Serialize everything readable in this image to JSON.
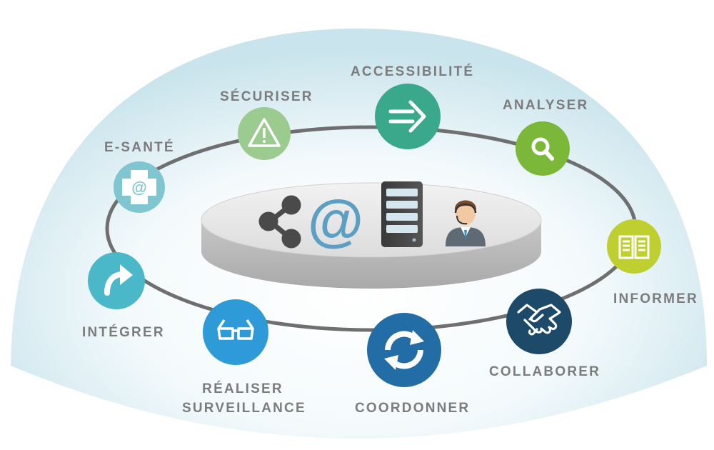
{
  "nodes": [
    {
      "id": "e-sante",
      "label": "E-SANTÉ",
      "icon": "health-cross-at-icon",
      "color": "#7fc6d1"
    },
    {
      "id": "securiser",
      "label": "SÉCURISER",
      "icon": "warning-triangle-icon",
      "color": "#9bcb8e"
    },
    {
      "id": "accessibilite",
      "label": "ACCESSIBILITÉ",
      "icon": "arrow-right-icon",
      "color": "#3aa88a"
    },
    {
      "id": "analyser",
      "label": "ANALYSER",
      "icon": "magnifier-icon",
      "color": "#7bb83a"
    },
    {
      "id": "informer",
      "label": "INFORMER",
      "icon": "open-book-icon",
      "color": "#bfcf2f"
    },
    {
      "id": "collaborer",
      "label": "COLLABORER",
      "icon": "handshake-icon",
      "color": "#1e4a6a"
    },
    {
      "id": "coordonner",
      "label": "COORDONNER",
      "icon": "sync-arrows-icon",
      "color": "#226da6"
    },
    {
      "id": "realiser",
      "label_line1": "RÉALISER",
      "label_line2": "SURVEILLANCE",
      "icon": "glasses-icon",
      "color": "#2e9ad8"
    },
    {
      "id": "integrer",
      "label": "INTÉGRER",
      "icon": "redo-arrow-icon",
      "color": "#4bb8c9"
    }
  ],
  "platform": {
    "icons": [
      "share-icon",
      "at-sign-icon",
      "server-icon",
      "support-agent-icon"
    ],
    "at_glyph": "@"
  },
  "colors": {
    "label": "#7c7c7c",
    "dome_edge": "#cfe6ee",
    "ring": "#6f6f6f",
    "platform_top": "#e6e6e6",
    "platform_side": "#bcbcbc"
  }
}
